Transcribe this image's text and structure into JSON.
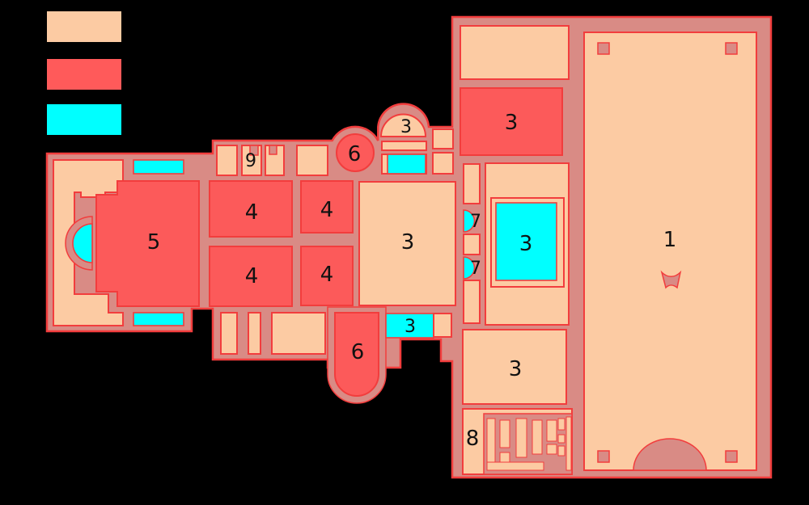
{
  "diagram": {
    "type": "floor-plan",
    "background": "#000000"
  },
  "palette": {
    "room_unheated": "#fccba3",
    "room_heated": "#ff5a5a",
    "water": "#00ffff",
    "wall": "#d98b85",
    "outline": "#f23d3d",
    "label_color": "#111111"
  },
  "legend": {
    "swatches": [
      {
        "name": "unheated-room",
        "color": "#fccba3"
      },
      {
        "name": "heated-room",
        "color": "#ff5a5a"
      },
      {
        "name": "water-basin",
        "color": "#00ffff"
      }
    ]
  },
  "labels": {
    "hall1": "1",
    "red3": "3",
    "pool3": "3",
    "lower3": "3",
    "room8": "8",
    "seven_a": "7",
    "seven_b": "7",
    "dome3": "3",
    "central3": "3",
    "cyan3": "3",
    "circle6": "6",
    "u6": "6",
    "nine": "9",
    "five": "5",
    "four_a": "4",
    "four_b": "4",
    "four_c": "4",
    "four_d": "4"
  }
}
